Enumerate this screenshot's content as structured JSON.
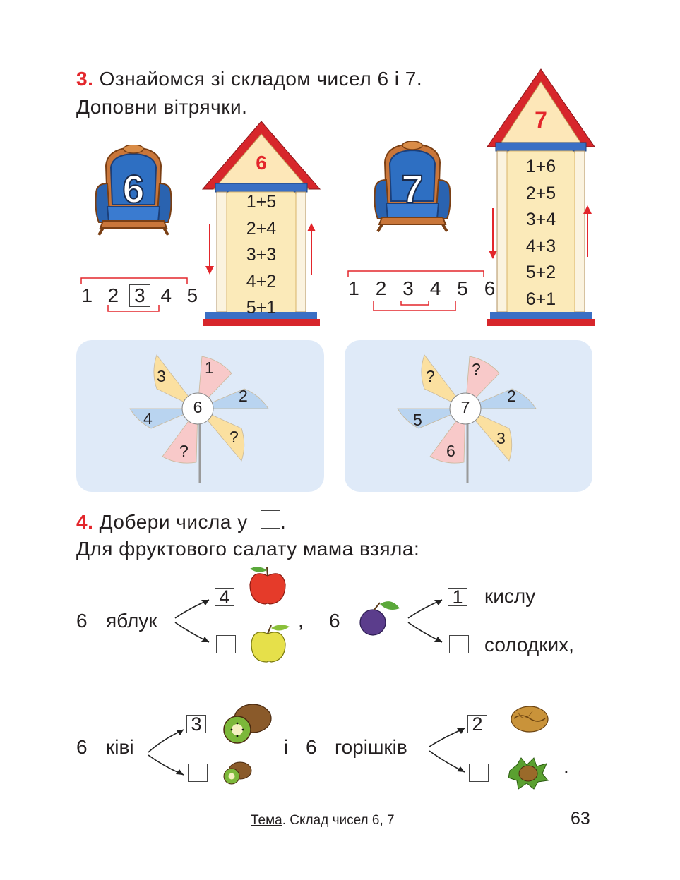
{
  "ex3": {
    "number": "3.",
    "line1": "Ознайомся зі складом чисел 6 і 7.",
    "line2": "Доповни вітрячки.",
    "chair6": "6",
    "chair7": "7",
    "house6": {
      "roof": "6",
      "equations": [
        "1+5",
        "2+4",
        "3+3",
        "4+2",
        "5+1"
      ]
    },
    "house7": {
      "roof": "7",
      "equations": [
        "1+6",
        "2+5",
        "3+4",
        "4+3",
        "5+2",
        "6+1"
      ]
    },
    "row6": [
      "1",
      "2",
      "3",
      "4",
      "5"
    ],
    "row7": [
      "1",
      "2",
      "3",
      "4",
      "5",
      "6"
    ],
    "pinwheel6": {
      "center": "6",
      "petals": [
        "1",
        "2",
        "?",
        "?",
        "4",
        "3"
      ]
    },
    "pinwheel7": {
      "center": "7",
      "petals": [
        "?",
        "2",
        "3",
        "6",
        "5",
        "?"
      ]
    }
  },
  "ex4": {
    "number": "4.",
    "line1a": "Добери числа у",
    "line1b": ".",
    "line2": "Для фруктового салату мама взяла:",
    "apples": {
      "count": "6",
      "word": "яблук",
      "top": "4",
      "bottom": "",
      "sep": ","
    },
    "plums": {
      "count": "6",
      "top": "1",
      "top_word": "кислу",
      "bottom": "",
      "bottom_word": "солодких,"
    },
    "kiwi": {
      "count": "6",
      "word": "ківі",
      "top": "3",
      "bottom": "",
      "sep": "і"
    },
    "nuts": {
      "count": "6",
      "word": "горішків",
      "top": "2",
      "bottom": "",
      "end": "."
    }
  },
  "footer": {
    "topic_label": "Тема",
    "topic_text": ". Склад чисел 6, 7",
    "page": "63"
  },
  "colors": {
    "accent_red": "#e3262b",
    "panel_blue": "#dfeaf8",
    "roof_red": "#d7262b",
    "column": "#fbeab9"
  }
}
